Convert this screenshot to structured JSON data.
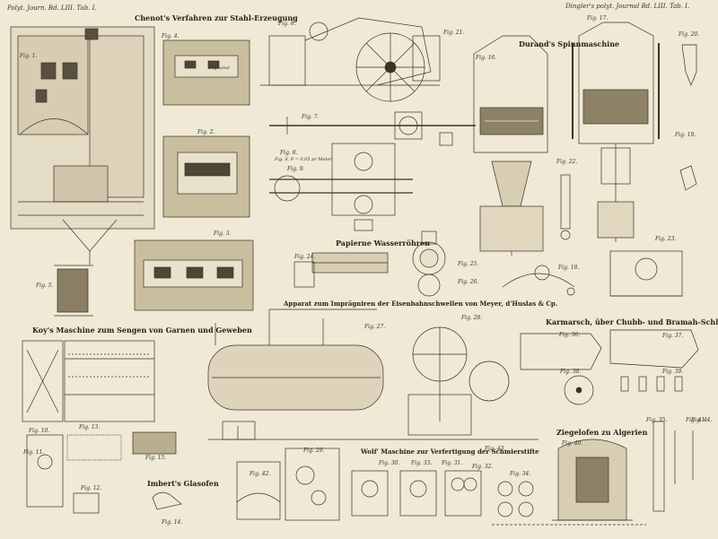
{
  "header": {
    "left": "Polyt. Journ. Bd. LIII. Tab. I.",
    "right": "Dingler's polyt. Journal Bd. LIII. Tab. I."
  },
  "titles": {
    "chenot": "Chenot's Verfahren zur Stahl-Erzeugung",
    "durand": "Durand's Spinnmaschine",
    "wasserroehren": "Papierne Wasserröhren",
    "apparat": "Apparat zum Imprägniren der Eisenbahnschwellen von Meyer, d'Huslas & Cp.",
    "koy": "Koy's Maschine zum Sengen von Garnen und Geweben",
    "karmarsch": "Karmarsch, über Chubb- und Bramah-Schlösser",
    "imbert": "Imbert's Glasofen",
    "wolf": "Wolf' Maschine zur Verfertigung der Schmierstifte",
    "ziegelofen": "Ziegelofen zu Algerien"
  },
  "figs": {
    "f1": "Fig. 1.",
    "f2": "Fig. 2.",
    "f3": "Fig. 3.",
    "f4": "Fig. 4.",
    "f5": "Fig. 5.",
    "f6": "Fig. 6.",
    "f7": "Fig. 7.",
    "f8": "Fig. 8.",
    "f9": "Fig. 9.",
    "f10": "Fig. 10.",
    "f11": "Fig. 11.",
    "f12": "Fig. 12.",
    "f13": "Fig. 13.",
    "f14": "Fig. 14.",
    "f15": "Fig. 15.",
    "f16": "Fig. 16.",
    "f17": "Fig. 17.",
    "f18": "Fig. 18.",
    "f19": "Fig. 19.",
    "f20": "Fig. 20.",
    "f21": "Fig. 21.",
    "f22": "Fig. 22.",
    "f23": "Fig. 23.",
    "f24": "Fig. 24.",
    "f25": "Fig. 25.",
    "f26": "Fig. 26.",
    "f27": "Fig. 27.",
    "f28": "Fig. 28.",
    "f29": "Fig. 29.",
    "f30": "Fig. 30.",
    "f31": "Fig. 31.",
    "f32": "Fig. 32.",
    "f33": "Fig. 33.",
    "f34": "Fig. 34.",
    "f35": "Fig. 35.",
    "f36": "Fig. 36.",
    "f37": "Fig. 37.",
    "f38": "Fig. 38.",
    "f39": "Fig. 39.",
    "f40": "Fig. 40.",
    "f41": "Fig. 41.",
    "f42": "Fig. 42.",
    "f43": "Fig. 43.",
    "f44": "Fig. 44."
  },
  "notes": {
    "fig89_scale": "Fig. 8, 9 = 0,05 pr Meter",
    "fig4_label": "Zugkanal"
  }
}
